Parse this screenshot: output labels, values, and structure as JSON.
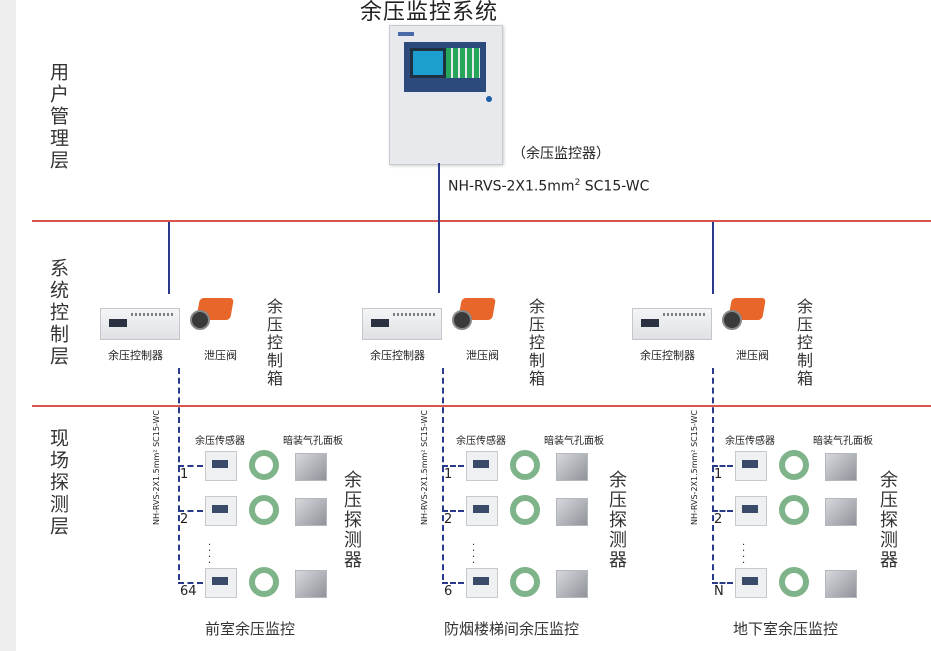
{
  "title": "余压监控系统",
  "layers": {
    "user": "用户管理层",
    "control": "系统控制层",
    "field": "现场探测层"
  },
  "monitor": {
    "caption": "（余压监控器）",
    "cable_prefix": "NH-RVS-2X1.5mm",
    "cable_sup": "2",
    "cable_suffix": "SC15-WC"
  },
  "control_groups": [
    {
      "controller": "余压控制器",
      "valve": "泄压阀",
      "box": "余压控制箱"
    },
    {
      "controller": "余压控制器",
      "valve": "泄压阀",
      "box": "余压控制箱"
    },
    {
      "controller": "余压控制器",
      "valve": "泄压阀",
      "box": "余压控制箱"
    }
  ],
  "field_groups": [
    {
      "cable": "NH-RVS-2X1.5mm² SC15-WC",
      "sensor_label": "余压传感器",
      "panel_label": "暗装气孔面板",
      "n1": "1",
      "n2": "2",
      "nlast": "64",
      "detector": "余压探测器",
      "caption": "前室余压监控"
    },
    {
      "cable": "NH-RVS-2X1.5mm² SC15-WC",
      "sensor_label": "余压传感器",
      "panel_label": "暗装气孔面板",
      "n1": "1",
      "n2": "2",
      "nlast": "6",
      "detector": "余压探测器",
      "caption": "防烟楼梯间余压监控"
    },
    {
      "cable": "NH-RVS-2X1.5mm² SC15-WC",
      "sensor_label": "余压传感器",
      "panel_label": "暗装气孔面板",
      "n1": "1",
      "n2": "2",
      "nlast": "N",
      "detector": "余压探测器",
      "caption": "地下室余压监控"
    }
  ],
  "colors": {
    "layer_divider": "#d9534f",
    "wire": "#2a3a8a",
    "valve": "#e8662a"
  }
}
